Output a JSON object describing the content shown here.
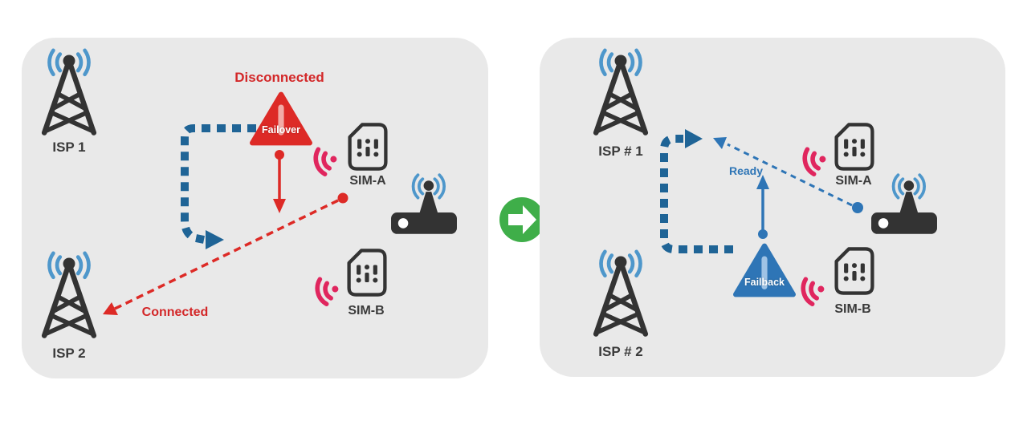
{
  "diagram": {
    "title_hint": "Dual-SIM router WAN failover and failback diagram",
    "left_panel": {
      "state": "failover",
      "isp_top_label": "ISP 1",
      "isp_bottom_label": "ISP 2",
      "status_heading": "Disconnected",
      "warning_badge_label": "Failover",
      "link_status_label": "Connected",
      "sim_top_label": "SIM-A",
      "sim_bottom_label": "SIM-B"
    },
    "right_panel": {
      "state": "failback",
      "isp_top_label": "ISP # 1",
      "isp_bottom_label": "ISP # 2",
      "status_label": "Ready",
      "warning_badge_label": "Failback",
      "sim_top_label": "SIM-A",
      "sim_bottom_label": "SIM-B"
    },
    "icons": [
      "cell-tower-icon",
      "signal-waves-icon",
      "sim-card-icon",
      "wifi-signal-icon",
      "wireless-router-icon",
      "warning-triangle-icon",
      "green-arrow-right-icon"
    ],
    "colors": {
      "page_background": "#ffffff",
      "panel_background": "#e9e9e9",
      "ink": "#333333",
      "signal_blue": "#4e97cb",
      "route_blue_dark": "#1f6496",
      "route_blue": "#2e75b6",
      "exclaim_blue_light": "#9fc3e5",
      "alert_red": "#dd2a26",
      "exclaim_pink_light": "#f2aba6",
      "wifi_pink": "#e0265e",
      "transition_green": "#3fae49"
    }
  }
}
